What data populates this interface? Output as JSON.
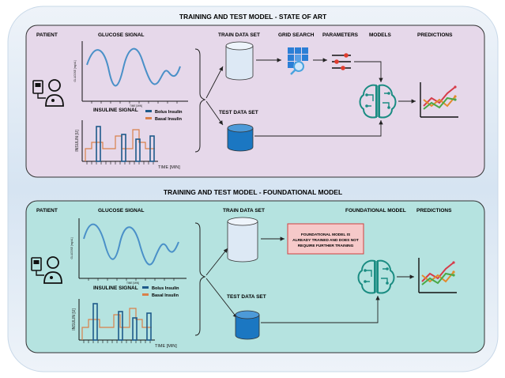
{
  "top": {
    "title": "TRAINING AND TEST MODEL - STATE OF ART",
    "labels": {
      "patient": "PATIENT",
      "glucose": "GLUCOSE SIGNAL",
      "train": "TRAIN DATA SET",
      "grid": "GRID SEARCH",
      "parameters": "PARAMETERS",
      "models": "MODELS",
      "predictions": "PREDICTIONS",
      "insuline": "INSULINE SIGNAL",
      "test": "TEST DATA SET"
    }
  },
  "bottom": {
    "title": "TRAINING AND TEST MODEL - FOUNDATIONAL MODEL",
    "labels": {
      "patient": "PATIENT",
      "glucose": "GLUCOSE SIGNAL",
      "train": "TRAIN DATA SET",
      "foundational": "FOUNDATIONAL MODEL",
      "predictions": "PREDICTIONS",
      "insuline": "INSULINE SIGNAL",
      "test": "TEST DATA SET"
    },
    "note": [
      "FOUNDATIONAL MODEL IS",
      "ALREADY TRAINED AND DOES NOT",
      "REQUIRE FURTHER TRAINING"
    ]
  },
  "plot": {
    "glucose_ylabel": "GLUCOSE [mg/dL]",
    "glucose_xlabel": "TIME [MIN]",
    "insulin_ylabel": "INSULIN [U]",
    "insulin_xlabel": "TIME [MIN]",
    "legend_bolus": "Bolus Insulin",
    "legend_basal": "Basal Insulin"
  },
  "colors": {
    "outer_bg": "#dce8f4",
    "top_panel": "#e6d8ea",
    "bottom_panel": "#b5e3e0",
    "glucose_line": "#4a90c8",
    "bolus": "#1e5a8a",
    "basal": "#d9804a",
    "cylinder_light": "#dde9f5",
    "cylinder_dark": "#1b77c2",
    "brain": "#1a8c82",
    "note_fill": "#f6c9c9",
    "note_border": "#d04040"
  },
  "icons": {
    "patient": "patient-with-glucose-meter-icon",
    "grid": "grid-search-magnifier-icon",
    "parameters": "parameter-sliders-icon",
    "model": "neural-brain-icon",
    "predictions": "prediction-chart-icon"
  }
}
